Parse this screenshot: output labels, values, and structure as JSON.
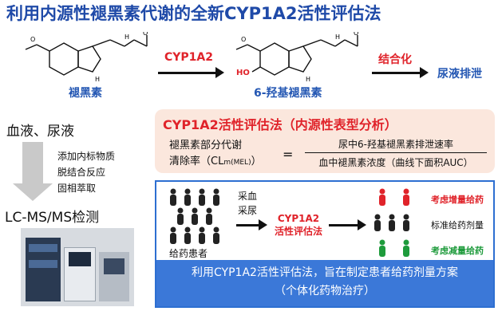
{
  "title": "利用内源性褪黑素代谢的全新CYP1A2活性评估法",
  "top_flow": {
    "mel_label": "褪黑素",
    "enzyme_label": "CYP1A2",
    "metabolite_label": "6-羟基褪黑素",
    "conj_label": "结合化",
    "excretion_label": "尿液排泄",
    "oh_label": "HO"
  },
  "left_panel": {
    "sample_label": "血液、尿液",
    "steps": [
      "添加内标物质",
      "脱结合反应",
      "固相萃取"
    ],
    "instrument_label": "LC-MS/MS检测"
  },
  "method_box": {
    "title": "CYP1A2活性评估法（内源性表型分析）",
    "lhs_line1": "褪黑素部分代谢",
    "lhs_line2_prefix": "清除率（CL",
    "lhs_line2_sub": "m(MEL)",
    "lhs_line2_suffix": "）",
    "equals": "=",
    "numerator": "尿中6-羟基褪黑素排泄速率",
    "denominator": "血中褪黑素浓度（曲线下面积AUC）"
  },
  "dosing_box": {
    "sampling_line1": "采血",
    "sampling_line2": "采尿",
    "method_line1": "CYP1A2",
    "method_line2": "活性评估法",
    "patients_label": "给药患者",
    "outcomes": [
      "考虑增量给药",
      "标准给药剂量",
      "考虑减量给药"
    ],
    "bottom_line1": "利用CYP1A2活性评估法，旨在制定患者给药剂量方案",
    "bottom_line2": "（个体化药物治疗）"
  },
  "colors": {
    "title_blue": "#1f4aa8",
    "red": "#e0232a",
    "green": "#1e9b3c",
    "peach": "#fbe7dd",
    "bar_blue": "#3b78d8"
  }
}
